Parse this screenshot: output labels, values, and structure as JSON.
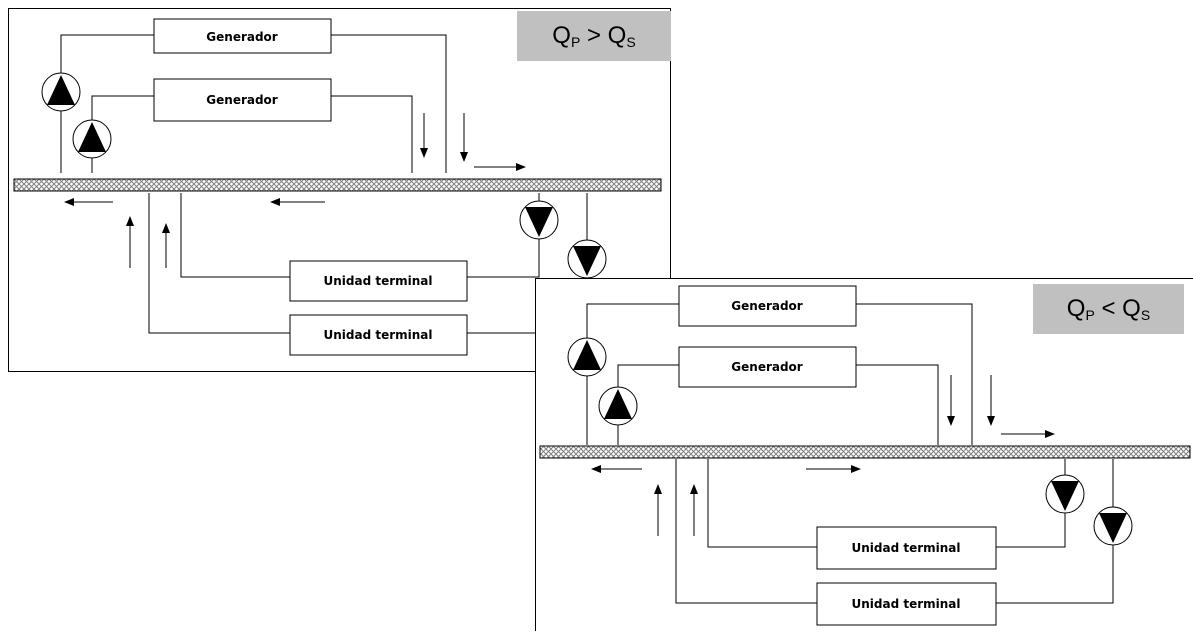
{
  "panels": [
    {
      "condition": {
        "q1": "Q",
        "q1_sub": "P",
        "operator": ">",
        "q2": "Q",
        "q2_sub": "S"
      },
      "generators": [
        "Generador",
        "Generador"
      ],
      "terminals": [
        "Unidad terminal",
        "Unidad terminal"
      ]
    },
    {
      "condition": {
        "q1": "Q",
        "q1_sub": "P",
        "operator": "<",
        "q2": "Q",
        "q2_sub": "S"
      },
      "generators": [
        "Generador",
        "Generador"
      ],
      "terminals": [
        "Unidad terminal",
        "Unidad terminal"
      ]
    }
  ],
  "colors": {
    "label_background": "#c0c0c0",
    "line": "#000000",
    "hatch": "#808080"
  },
  "icons": [
    "pump-icon",
    "arrow-icon",
    "hydraulic-separator"
  ]
}
